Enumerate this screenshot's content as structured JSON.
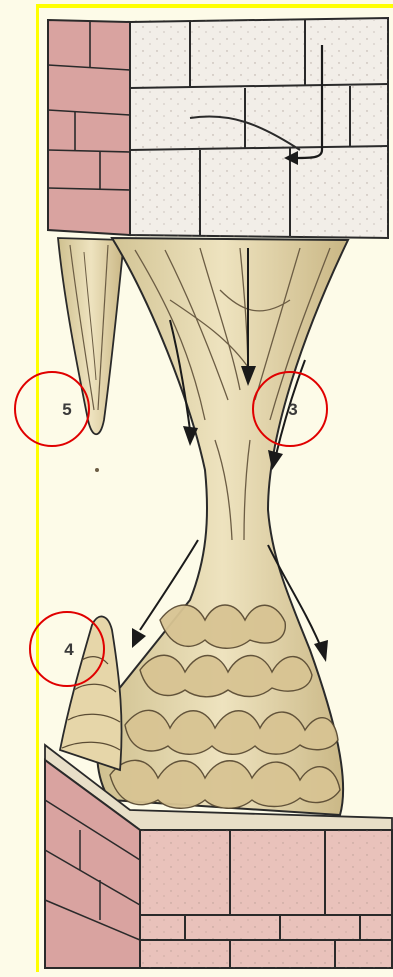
{
  "colors": {
    "page_background": "#fdfbe8",
    "frame_yellow": "#ffff00",
    "marker_red": "#e00000",
    "stone_light": "#f2eee8",
    "stone_shaded": "#d9a3a0",
    "formation_fill": "#e4d3a8",
    "ink": "#2a2a2a"
  },
  "diagram": {
    "labels": {
      "stalactite_label": "5",
      "column_label": "3",
      "stalagmite_label": "4"
    },
    "icons": [
      "down-arrow-icon",
      "flow-arrow-icon"
    ]
  }
}
